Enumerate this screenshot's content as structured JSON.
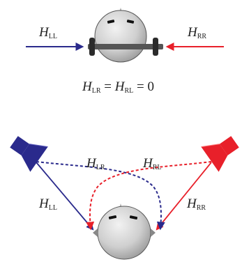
{
  "colors": {
    "left": "#2a2a8c",
    "right": "#e8202a",
    "head": "#cfcfcf",
    "headphone": "#555555",
    "ink": "#222222"
  },
  "top": {
    "left_label": {
      "main": "H",
      "sub": "LL"
    },
    "right_label": {
      "main": "H",
      "sub": "RR"
    },
    "equation": {
      "t1": "H",
      "t1_sub": "LR",
      "op1": " = ",
      "t2": "H",
      "t2_sub": "RL",
      "op2": " = 0"
    }
  },
  "bottom": {
    "ll": {
      "main": "H",
      "sub": "LL"
    },
    "rr": {
      "main": "H",
      "sub": "RR"
    },
    "lr": {
      "main": "H",
      "sub": "LR"
    },
    "rl": {
      "main": "H",
      "sub": "RL"
    }
  },
  "icons": {
    "head": "head-icon",
    "headphones": "headphones-icon",
    "speaker_left": "speaker-left-icon",
    "speaker_right": "speaker-right-icon"
  }
}
